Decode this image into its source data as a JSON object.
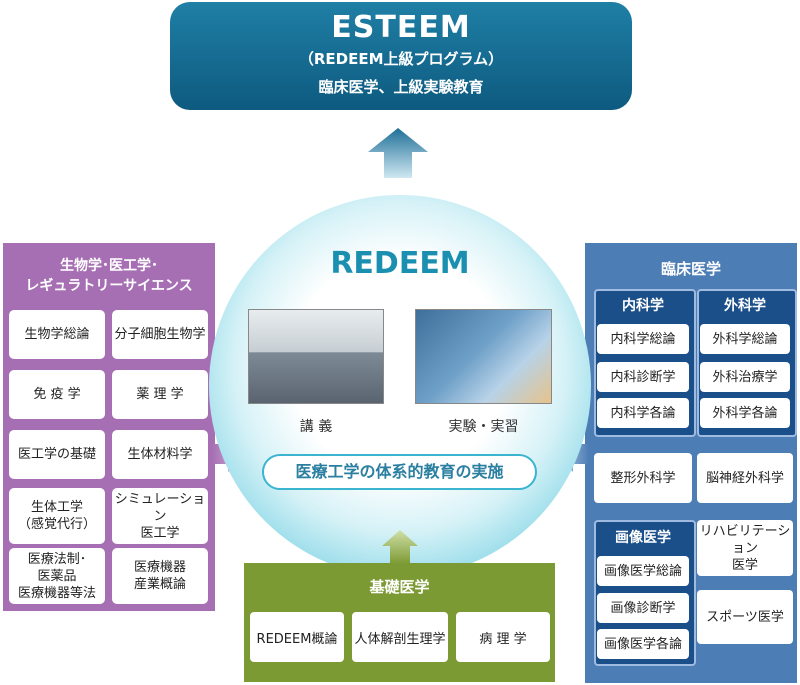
{
  "esteem": {
    "title": "ESTEEM",
    "subtitle": "（REDEEM上級プログラム）",
    "description": "臨床医学、上級実験教育"
  },
  "center": {
    "title": "REDEEM",
    "photos": [
      {
        "label": "講 義"
      },
      {
        "label": "実験・実習"
      }
    ],
    "tagline": "医療工学の体系的教育の実施"
  },
  "left_panel": {
    "title_line1": "生物学･医工学･",
    "title_line2": "レギュラトリーサイエンス",
    "items": [
      {
        "lines": [
          "生物学総論"
        ]
      },
      {
        "lines": [
          "分子細胞生物学"
        ]
      },
      {
        "lines": [
          "免 疫 学"
        ]
      },
      {
        "lines": [
          "薬 理 学"
        ]
      },
      {
        "lines": [
          "医工学の基礎"
        ]
      },
      {
        "lines": [
          "生体材料学"
        ]
      },
      {
        "lines": [
          "生体工学",
          "（感覚代行）"
        ]
      },
      {
        "lines": [
          "シミュレーション",
          "医工学"
        ]
      },
      {
        "lines": [
          "医療法制･",
          "医薬品",
          "医療機器等法"
        ]
      },
      {
        "lines": [
          "医療機器",
          "産業概論"
        ]
      }
    ]
  },
  "right_panel": {
    "title": "臨床医学",
    "internal": {
      "heading": "内科学",
      "items": [
        "内科学総論",
        "内科診断学",
        "内科学各論"
      ]
    },
    "surgery": {
      "heading": "外科学",
      "items": [
        "外科学総論",
        "外科治療学",
        "外科学各論"
      ]
    },
    "orthopedics": "整形外科学",
    "neurosurgery": "脳神経外科学",
    "imaging": {
      "heading": "画像医学",
      "items": [
        "画像医学総論",
        "画像診断学",
        "画像医学各論"
      ]
    },
    "rehab_line1": "リハビリテーション",
    "rehab_line2": "医学",
    "sports": "スポーツ医学"
  },
  "bottom_panel": {
    "title": "基礎医学",
    "items": [
      "REDEEM概論",
      "人体解剖生理学",
      "病 理 学"
    ]
  },
  "colors": {
    "esteem": "#0e5a80",
    "left_panel": "#a66fb3",
    "right_panel": "#4d7db5",
    "bottom_panel": "#7c9a33",
    "circle": "#3fb7cf"
  }
}
